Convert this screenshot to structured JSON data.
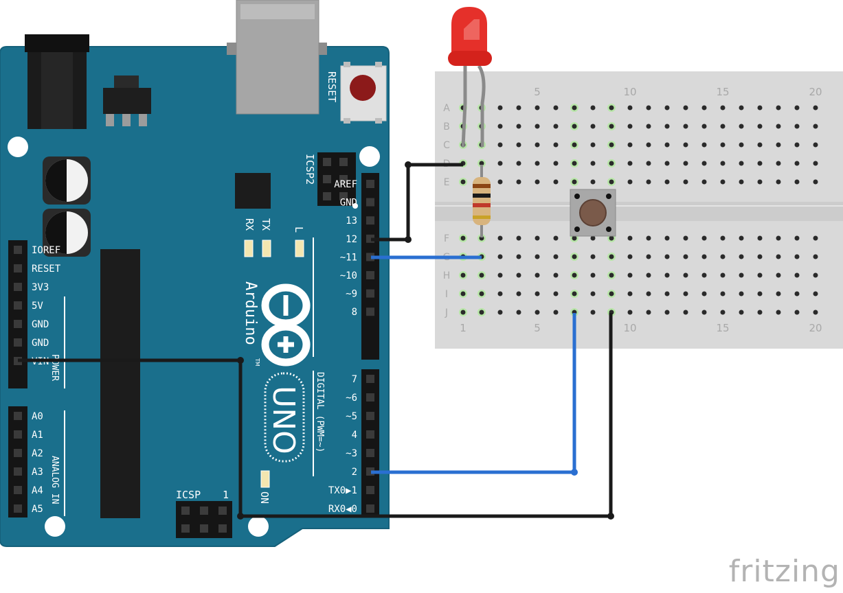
{
  "watermark": "fritzing",
  "arduino": {
    "reset_label": "RESET",
    "icsp2_label": "ICSP2",
    "icsp_label": "ICSP",
    "icsp_pin1": "1",
    "rx_label": "RX",
    "tx_label": "TX",
    "l_label": "L",
    "on_label": "ON",
    "brand": "Arduino",
    "tm": "TM",
    "model": "UNO",
    "digital_label": "DIGITAL (PWM=~)",
    "power_label": "POWER",
    "analog_label": "ANALOG IN",
    "digital_pins_upper": [
      "AREF",
      "GND",
      "13",
      "12",
      "~11",
      "~10",
      "~9",
      "8"
    ],
    "digital_pins_lower": [
      "7",
      "~6",
      "~5",
      "4",
      "~3",
      "2",
      "TX0▶1",
      "RX0◀0"
    ],
    "power_pins": [
      "IOREF",
      "RESET",
      "3V3",
      "5V",
      "GND",
      "GND",
      "VIN"
    ],
    "analog_pins": [
      "A0",
      "A1",
      "A2",
      "A3",
      "A4",
      "A5"
    ]
  },
  "breadboard": {
    "rows_top": [
      "A",
      "B",
      "C",
      "D",
      "E"
    ],
    "rows_bottom": [
      "F",
      "G",
      "H",
      "I",
      "J"
    ],
    "col_numbers": [
      "1",
      "5",
      "10",
      "15",
      "20"
    ]
  },
  "colors": {
    "board": "#1a6f8c",
    "board_edge": "#15607a",
    "breadboard": "#d9d9d9",
    "wire_black": "#1a1a1a",
    "wire_blue": "#2a6fd1",
    "led": "#e5302a",
    "button": "#7a5a4a"
  }
}
